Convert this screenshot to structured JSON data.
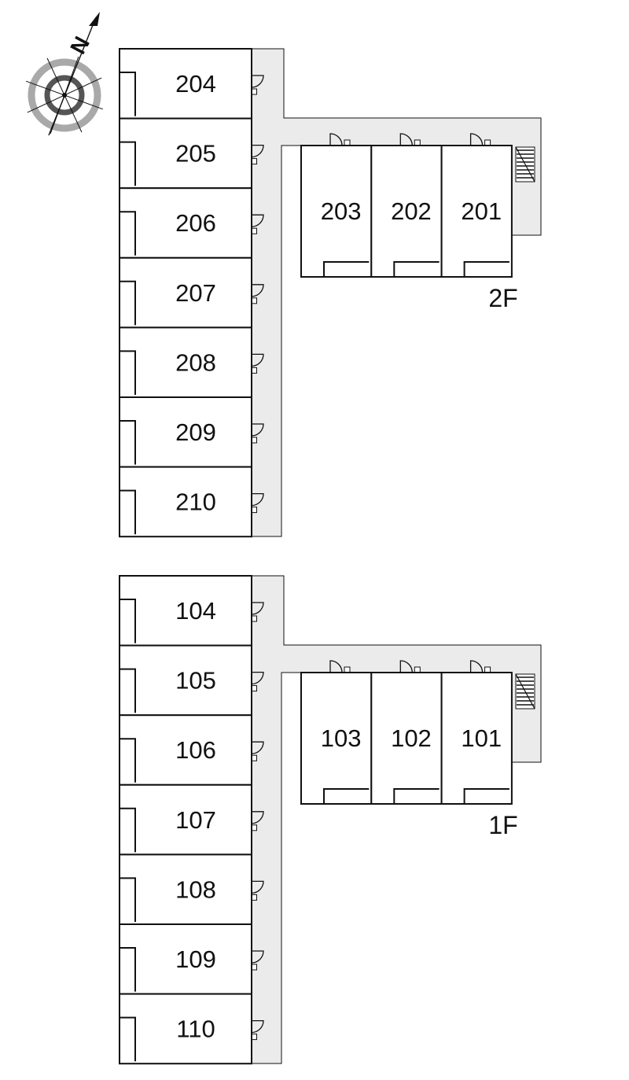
{
  "colors": {
    "corridor": "#ebebeb",
    "wall": "#111111",
    "compass_ring": "#a9a9a9",
    "background": "#ffffff"
  },
  "compass": {
    "north_label": "N"
  },
  "floors": [
    {
      "label": "2F",
      "west_rooms": [
        "204",
        "205",
        "206",
        "207",
        "208",
        "209",
        "210"
      ],
      "east_rooms": [
        "203",
        "202",
        "201"
      ]
    },
    {
      "label": "1F",
      "west_rooms": [
        "104",
        "105",
        "106",
        "107",
        "108",
        "109",
        "110"
      ],
      "east_rooms": [
        "103",
        "102",
        "101"
      ]
    }
  ]
}
